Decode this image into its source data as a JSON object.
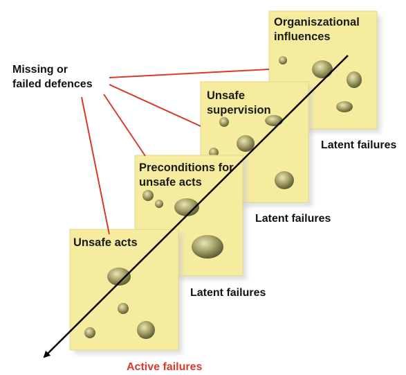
{
  "diagram": {
    "defence_label_line1": "Missing or",
    "defence_label_line2": "failed defences",
    "slices": [
      {
        "title_line1": "Organiszational",
        "title_line2": "influences",
        "latent_label": "Latent failures"
      },
      {
        "title_line1": "Unsafe",
        "title_line2": "supervision",
        "latent_label": "Latent failures"
      },
      {
        "title_line1": "Preconditions for",
        "title_line2": "unsafe acts",
        "latent_label": "Latent failures"
      },
      {
        "title_line1": "Unsafe acts",
        "title_line2": ""
      }
    ],
    "active_label": "Active failures",
    "colors": {
      "slice_fill": "#f6eca0",
      "connector_line": "#d8392a",
      "active_text": "#d83a2b",
      "trajectory": "#000000",
      "hole": "#8a8750"
    }
  }
}
